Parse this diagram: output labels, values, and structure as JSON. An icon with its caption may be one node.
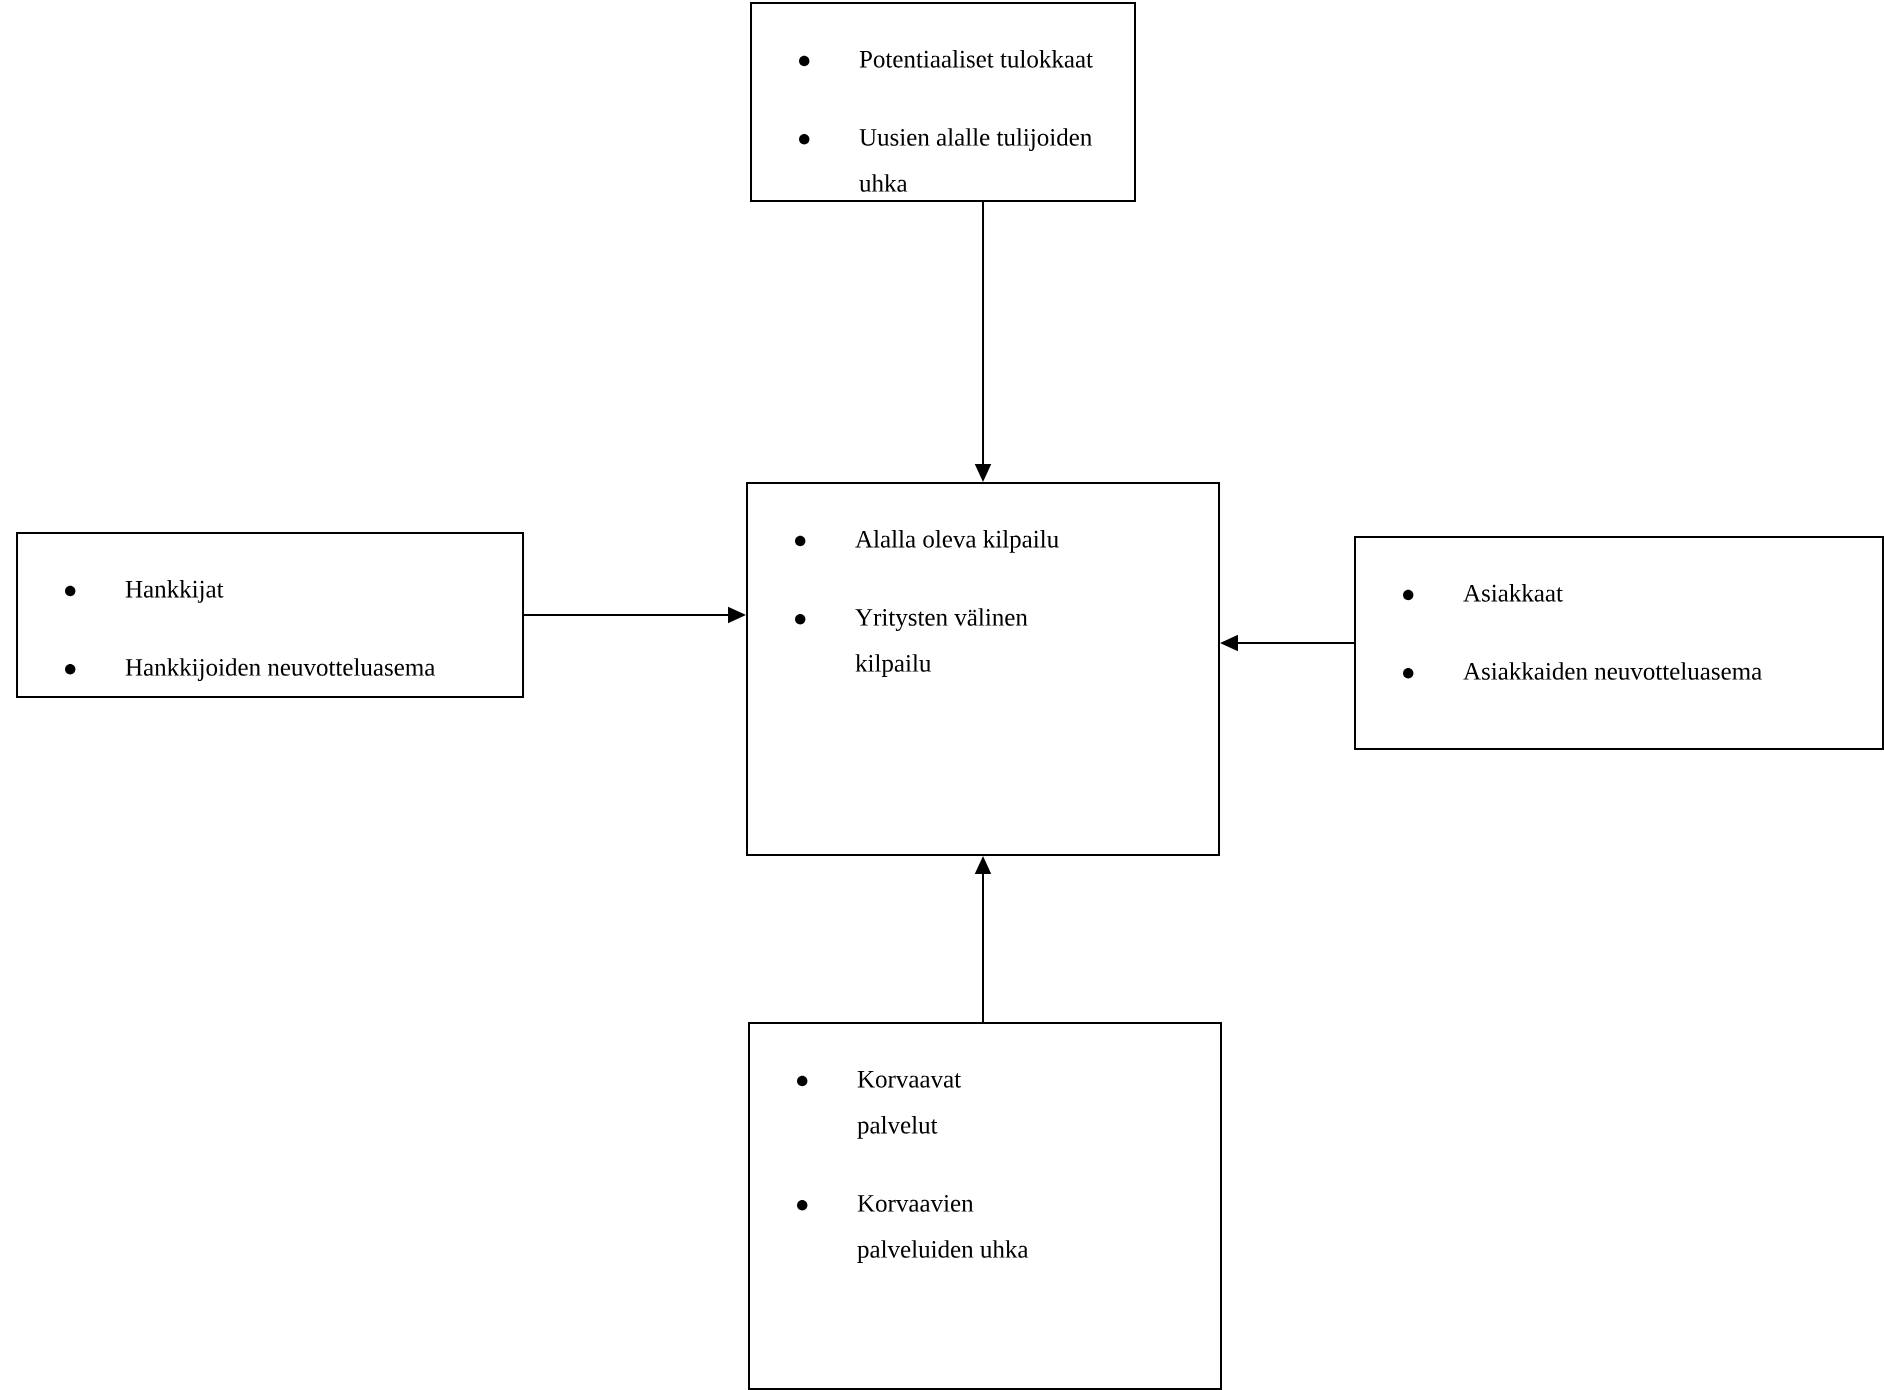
{
  "diagram": {
    "nodes": [
      {
        "text": [
          "Potentiaaliset tulokkaat",
          "Uusien alalle tulijoiden uhka"
        ]
      },
      {
        "text": [
          "Hankkijat",
          "Hankkijoiden neuvotteluasema"
        ]
      },
      {
        "text": [
          "Alalla oleva kilpailu",
          "Yritysten välinen kilpailu"
        ]
      },
      {
        "text": [
          "Asiakkaat",
          "Asiakkaiden neuvotteluasema"
        ]
      },
      {
        "text": [
          "Korvaavat palvelut",
          "Korvaavien palveluiden uhka"
        ]
      }
    ],
    "edges": [
      {
        "from": 0,
        "to": 2,
        "arrow": "to"
      },
      {
        "from": 1,
        "to": 2,
        "arrow": "to"
      },
      {
        "from": 3,
        "to": 2,
        "arrow": "to"
      },
      {
        "from": 4,
        "to": 2,
        "arrow": "to"
      }
    ]
  }
}
